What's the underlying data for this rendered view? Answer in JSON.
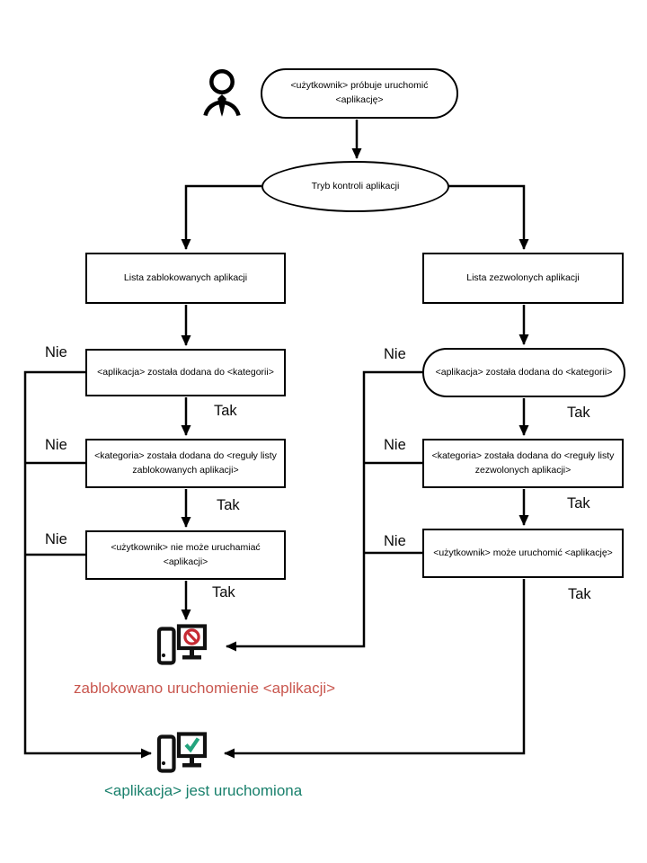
{
  "labels": {
    "nie": "Nie",
    "tak": "Tak"
  },
  "nodes": {
    "start": "<użytkownik> próbuje uruchomić <aplikację>",
    "mode": "Tryb kontroli aplikacji",
    "blocked_list": "Lista zablokowanych aplikacji",
    "allowed_list": "Lista zezwolonych aplikacji",
    "blocked_category": "<aplikacja> została dodana do <kategorii>",
    "blocked_rule": "<kategoria> została dodana do <reguły listy zablokowanych aplikacji>",
    "blocked_result": "<użytkownik> nie może uruchamiać <aplikacji>",
    "allowed_category": "<aplikacja> została dodana do <kategorii>",
    "allowed_rule": "<kategoria> została dodana do <reguły listy zezwolonych aplikacji>",
    "allowed_result": "<użytkownik> może uruchomić <aplikację>"
  },
  "captions": {
    "blocked": "zablokowano uruchomienie  <aplikacji>",
    "running": "<aplikacja> jest uruchomiona"
  },
  "icons": {
    "user": "user-icon",
    "blocked_computer": "computer-blocked-icon",
    "running_computer": "computer-running-icon"
  },
  "colors": {
    "line": "#000000",
    "blocked_text": "#c9574f",
    "blocked_sign": "#c62a33",
    "running_text": "#19806c",
    "check_green": "#23a47d"
  }
}
